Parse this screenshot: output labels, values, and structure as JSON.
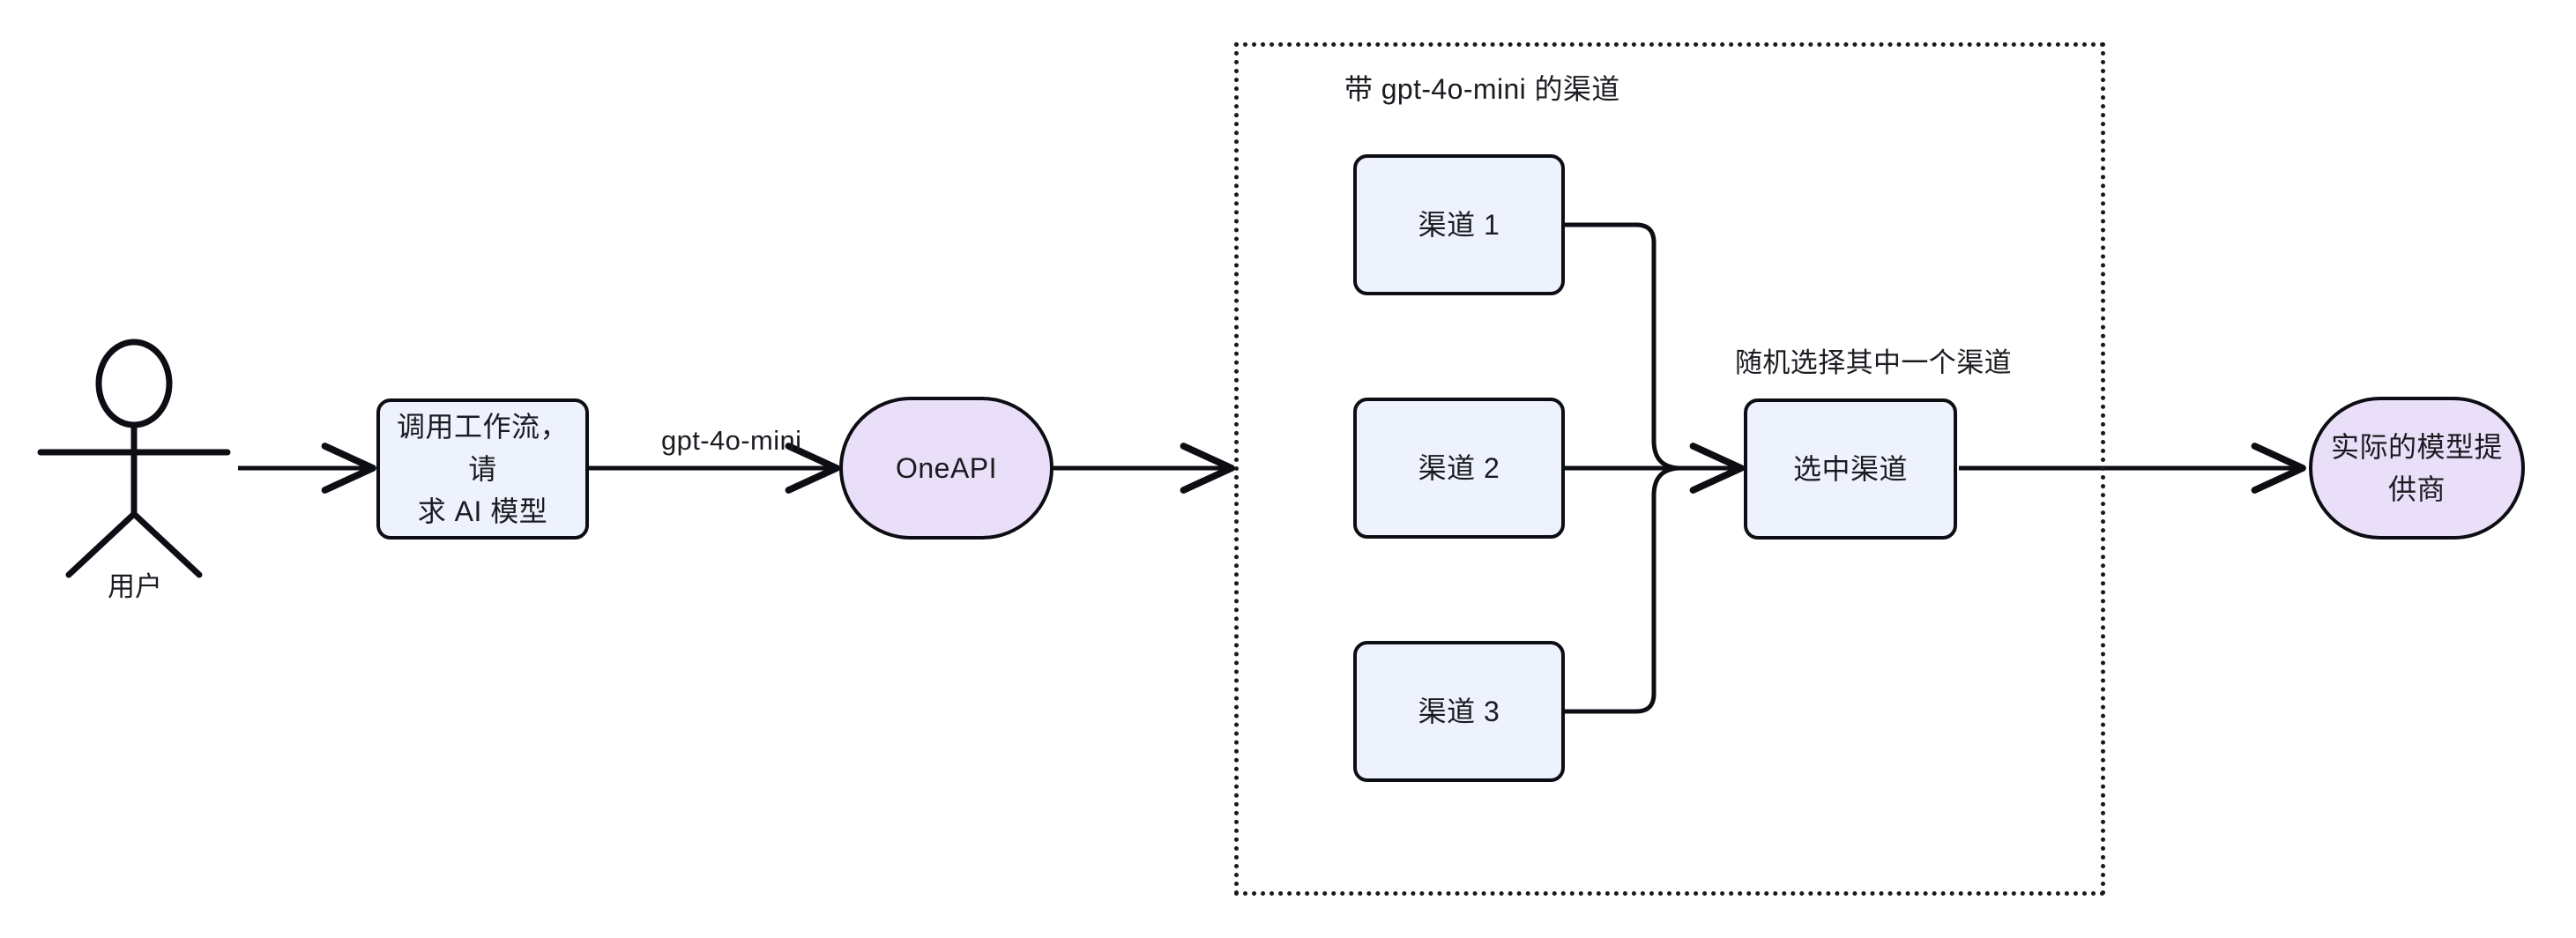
{
  "diagram": {
    "type": "flowchart",
    "direction": "left-to-right",
    "background": "#ffffff",
    "colors": {
      "process_fill": "#edf2fc",
      "terminal_fill": "#e9dff8",
      "stroke": "#0d0d14",
      "text": "#1b1b22",
      "group_border": "#18181f"
    },
    "actor": {
      "name": "user-actor",
      "label": "用户"
    },
    "nodes": [
      {
        "id": "workflow",
        "label": "调用工作流，请\n求 AI 模型",
        "shape": "rounded-rectangle",
        "kind": "process"
      },
      {
        "id": "oneapi",
        "label": "OneAPI",
        "shape": "stadium",
        "kind": "terminal"
      },
      {
        "id": "channel1",
        "label": "渠道 1",
        "shape": "rounded-rectangle",
        "kind": "process"
      },
      {
        "id": "channel2",
        "label": "渠道 2",
        "shape": "rounded-rectangle",
        "kind": "process"
      },
      {
        "id": "channel3",
        "label": "渠道 3",
        "shape": "rounded-rectangle",
        "kind": "process"
      },
      {
        "id": "selected",
        "label": "选中渠道",
        "shape": "rounded-rectangle",
        "kind": "process"
      },
      {
        "id": "provider",
        "label": "实际的模型提\n供商",
        "shape": "stadium",
        "kind": "terminal"
      }
    ],
    "group": {
      "id": "channel-group",
      "title": "带 gpt-4o-mini 的渠道",
      "style": "dotted"
    },
    "edge_labels": [
      {
        "id": "model-name",
        "text": "gpt-4o-mini",
        "from": "workflow",
        "to": "oneapi"
      },
      {
        "id": "random-pick",
        "text": "随机选择其中一个渠道",
        "from": "channels",
        "to": "selected"
      }
    ],
    "edges": [
      {
        "from": "user",
        "to": "workflow",
        "arrow": true
      },
      {
        "from": "workflow",
        "to": "oneapi",
        "arrow": true,
        "label": "gpt-4o-mini"
      },
      {
        "from": "oneapi",
        "to": "channel-group",
        "arrow": true
      },
      {
        "from": "channel1",
        "to": "selected",
        "arrow": true
      },
      {
        "from": "channel2",
        "to": "selected",
        "arrow": true
      },
      {
        "from": "channel3",
        "to": "selected",
        "arrow": true
      },
      {
        "from": "selected",
        "to": "provider",
        "arrow": true
      }
    ]
  }
}
